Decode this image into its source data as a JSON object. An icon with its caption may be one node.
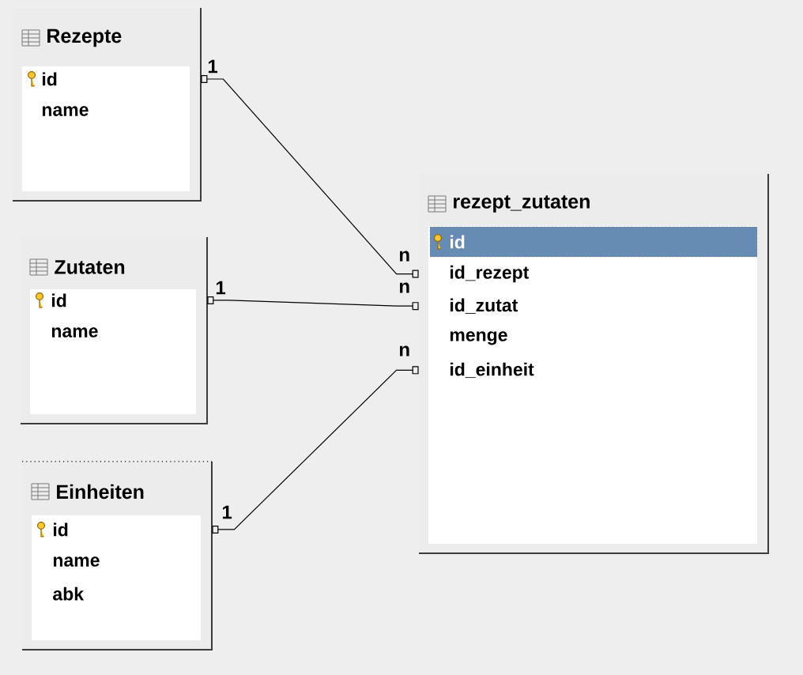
{
  "diagram": {
    "nodes": [
      {
        "text": [
          "Rezepte"
        ]
      },
      {
        "text": [
          "id"
        ],
        "in": 0
      },
      {
        "text": [
          "name"
        ],
        "in": 0
      },
      {
        "text": [
          "Zutaten"
        ]
      },
      {
        "text": [
          "id"
        ],
        "in": 3
      },
      {
        "text": [
          "name"
        ],
        "in": 3
      },
      {
        "text": [
          "Einheiten"
        ]
      },
      {
        "text": [
          "id"
        ],
        "in": 6
      },
      {
        "text": [
          "name"
        ],
        "in": 6
      },
      {
        "text": [
          "abk"
        ],
        "in": 6
      },
      {
        "text": [
          "rezept_zutaten"
        ]
      },
      {
        "text": [
          "id"
        ],
        "in": 10
      },
      {
        "text": [
          "id_rezept"
        ],
        "in": 10
      },
      {
        "text": [
          "id_zutat"
        ],
        "in": 10
      },
      {
        "text": [
          "menge"
        ],
        "in": 10
      },
      {
        "text": [
          "id_einheit"
        ],
        "in": 10
      }
    ],
    "edges": [
      {
        "from": 0,
        "to": 10,
        "arrow": "other"
      },
      {
        "from": 3,
        "to": 10,
        "arrow": "other"
      },
      {
        "from": 6,
        "to": 10,
        "arrow": "other"
      }
    ],
    "labels": [
      "1",
      "n",
      "1",
      "n",
      "n",
      "1"
    ]
  }
}
